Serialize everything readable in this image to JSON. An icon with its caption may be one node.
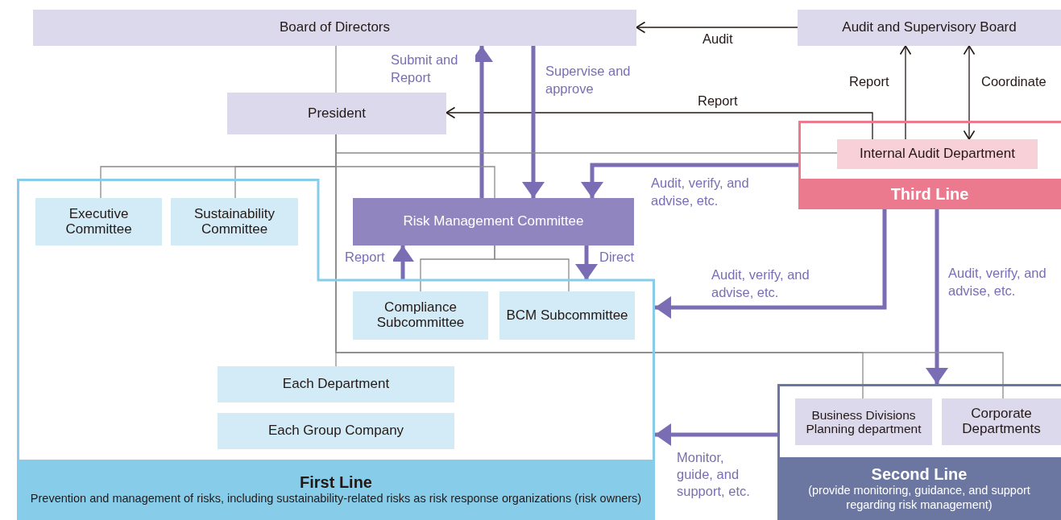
{
  "diagram": {
    "nodes": [
      {
        "text": [
          "Board of Directors"
        ]
      },
      {
        "text": [
          "Audit and Supervisory Board"
        ]
      },
      {
        "text": [
          "President"
        ]
      },
      {
        "text": [
          "Third Line"
        ]
      },
      {
        "text": [
          "Internal Audit Department"
        ],
        "in": 3
      },
      {
        "text": [
          "First Line",
          "Prevention and management of risks, including sustainability-related risks as risk response organizations (risk owners)"
        ]
      },
      {
        "text": [
          "Executive Committee"
        ],
        "in": 5
      },
      {
        "text": [
          "Sustainability Committee"
        ],
        "in": 5
      },
      {
        "text": [
          "Risk Management Committee"
        ]
      },
      {
        "text": [
          "Compliance Subcommittee"
        ],
        "in": 5
      },
      {
        "text": [
          "BCM Subcommittee"
        ],
        "in": 5
      },
      {
        "text": [
          "Each Department"
        ],
        "in": 5
      },
      {
        "text": [
          "Each Group Company"
        ],
        "in": 5
      },
      {
        "text": [
          "Second Line",
          "(provide monitoring, guidance, and support regarding risk management)"
        ]
      },
      {
        "text": [
          "Business Divisions Planning department"
        ],
        "in": 13
      },
      {
        "text": [
          "Corporate Departments"
        ],
        "in": 13
      }
    ],
    "edges": [
      {
        "from": 1,
        "to": 0,
        "arrow": "to",
        "label": "Audit",
        "color": "#231815"
      },
      {
        "from": 4,
        "to": 1,
        "arrow": "to",
        "label": "Report",
        "color": "#231815"
      },
      {
        "from": 1,
        "to": 4,
        "arrow": "both",
        "label": "Coordinate",
        "color": "#231815"
      },
      {
        "from": 4,
        "to": 2,
        "arrow": "to",
        "label": "Report",
        "color": "#231815"
      },
      {
        "from": 8,
        "to": 0,
        "arrow": "to",
        "label": "Submit and Report",
        "style": "thick",
        "color": "#7b6db4"
      },
      {
        "from": 0,
        "to": 8,
        "arrow": "to",
        "label": "Supervise and approve",
        "style": "thick",
        "color": "#7b6db4"
      },
      {
        "from": 3,
        "to": 8,
        "arrow": "to",
        "label": "Audit, verify, and advise, etc.",
        "style": "thick",
        "color": "#7b6db4"
      },
      {
        "from": 3,
        "to": 5,
        "arrow": "to",
        "label": "Audit, verify, and advise, etc.",
        "style": "thick",
        "color": "#7b6db4"
      },
      {
        "from": 3,
        "to": 13,
        "arrow": "to",
        "label": "Audit, verify, and advise, etc.",
        "style": "thick",
        "color": "#7b6db4"
      },
      {
        "from": 5,
        "to": 8,
        "arrow": "to",
        "label": "Report",
        "style": "thick",
        "color": "#7b6db4"
      },
      {
        "from": 8,
        "to": 5,
        "arrow": "to",
        "label": "Direct",
        "style": "thick",
        "color": "#7b6db4"
      },
      {
        "from": 13,
        "to": 5,
        "arrow": "to",
        "label": "Monitor, guide, and support, etc.",
        "style": "thick",
        "color": "#7b6db4"
      },
      {
        "from": 0,
        "to": 2,
        "arrow": "none"
      },
      {
        "from": 2,
        "to": 4,
        "arrow": "none"
      },
      {
        "from": 2,
        "to": 6,
        "arrow": "none"
      },
      {
        "from": 2,
        "to": 7,
        "arrow": "none"
      },
      {
        "from": 2,
        "to": 8,
        "arrow": "none"
      },
      {
        "from": 8,
        "to": 9,
        "arrow": "none"
      },
      {
        "from": 8,
        "to": 10,
        "arrow": "none"
      },
      {
        "from": 2,
        "to": 11,
        "arrow": "none"
      },
      {
        "from": 2,
        "to": 14,
        "arrow": "none"
      },
      {
        "from": 2,
        "to": 15,
        "arrow": "none"
      }
    ]
  }
}
